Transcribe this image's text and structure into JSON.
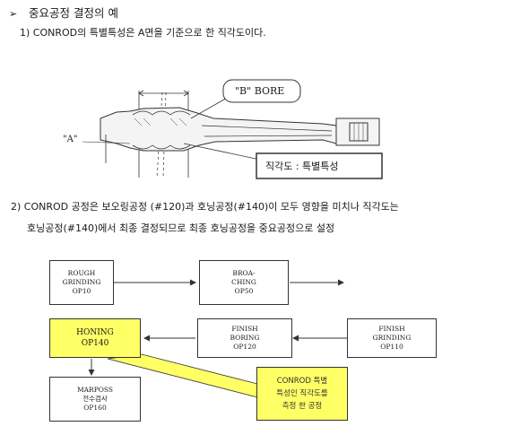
{
  "heading": {
    "bullet": "➢",
    "title": "중요공정 결정의 예"
  },
  "line1": "1) CONROD의 특별특성은 A면을 기준으로 한 직각도이다.",
  "drawing": {
    "b_bore_label": "\"B\" BORE",
    "a_label": "\"A\"",
    "perp_label": "직각도 : 특별특성"
  },
  "line2": "2) CONROD 공정은  보오링공정 (#120)과 호닝공정(#140)이 모두 영향을 미치나 직각도는",
  "line3": "호닝공정(#140)에서 최종 결정되므로 최종 호닝공정을 중요공정으로  설정",
  "flow": {
    "rough": [
      "ROUGH",
      "GRINDING",
      "OP10"
    ],
    "broach": [
      "BROA-",
      "CHING",
      "OP50"
    ],
    "honing": [
      "HONING",
      "OP140"
    ],
    "finish_boring": [
      "FINISH",
      "BORING",
      "OP120"
    ],
    "finish_grinding": [
      "FINISH",
      "GRINDING",
      "OP110"
    ],
    "marposs": [
      "MARPOSS",
      "전수검사",
      "OP160"
    ]
  },
  "callout": [
    "CONROD 특별",
    "특성인 직각도를",
    "측정 한 공정"
  ],
  "colors": {
    "highlight": "#ffff66",
    "line": "#333333"
  }
}
